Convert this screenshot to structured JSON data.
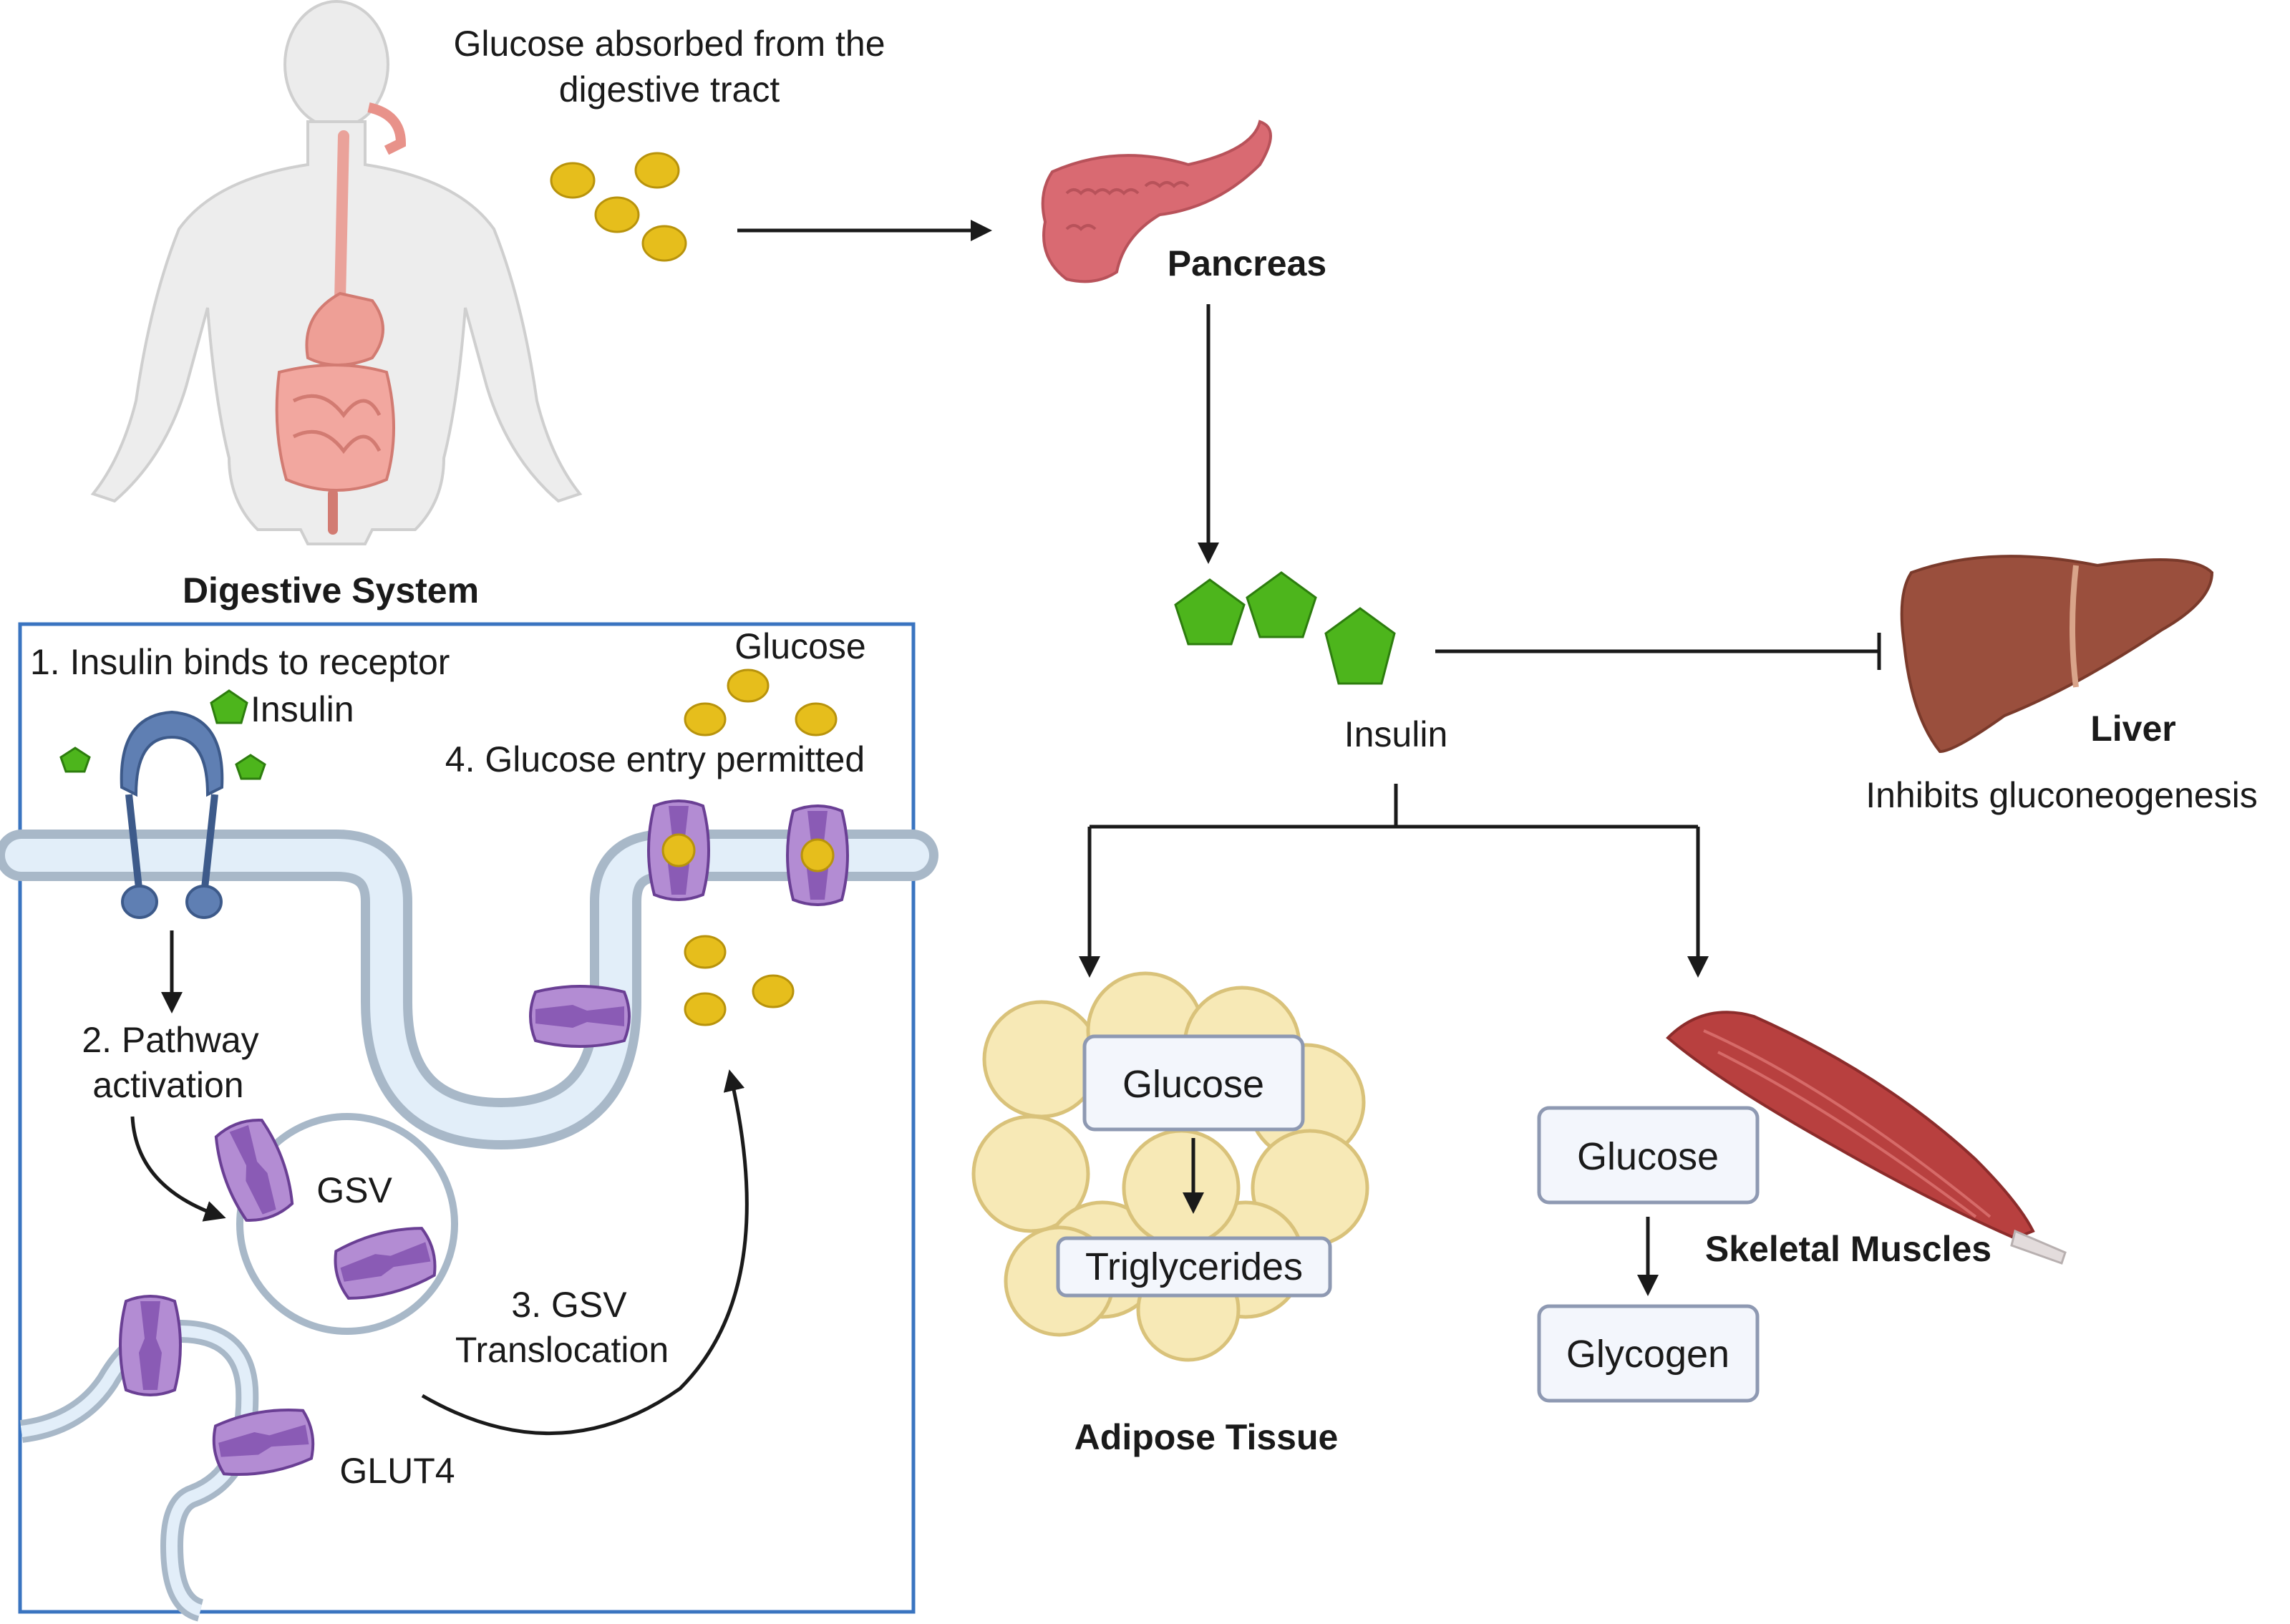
{
  "colors": {
    "glucose": "#e6be1c",
    "insulin": "#4db51c",
    "glut4": "#b38cd3",
    "receptor": "#5f7fb3",
    "membrane": "#a8b8c8",
    "cell_frame": "#3a74c0",
    "box_border": "#8e99b2",
    "box_fill": "#f3f6fc",
    "pancreas": "#d96a72",
    "liver": "#9a4f3d",
    "muscle": "#b8403f",
    "fat_cell": "#f7e9b6"
  },
  "top": {
    "glucose_caption_line1": "Glucose absorbed from the",
    "glucose_caption_line2": "digestive tract",
    "digestive_label": "Digestive System",
    "pancreas_label": "Pancreas",
    "insulin_label": "Insulin",
    "liver_label": "Liver",
    "liver_effect": "Inhibits gluconeogenesis"
  },
  "cell": {
    "step1": "1.  Insulin binds to receptor",
    "insulin_tag": "Insulin",
    "glucose_tag": "Glucose",
    "step4": "4. Glucose entry permitted",
    "step2_line1": "2. Pathway",
    "step2_line2": "activation",
    "gsv_tag": "GSV",
    "step3_line1": "3. GSV",
    "step3_line2": "Translocation",
    "glut4_tag": "GLUT4"
  },
  "adipose": {
    "box_top": "Glucose",
    "box_bottom": "Triglycerides",
    "label": "Adipose Tissue"
  },
  "muscle": {
    "box_top": "Glucose",
    "box_bottom": "Glycogen",
    "label": "Skeletal Muscles"
  }
}
